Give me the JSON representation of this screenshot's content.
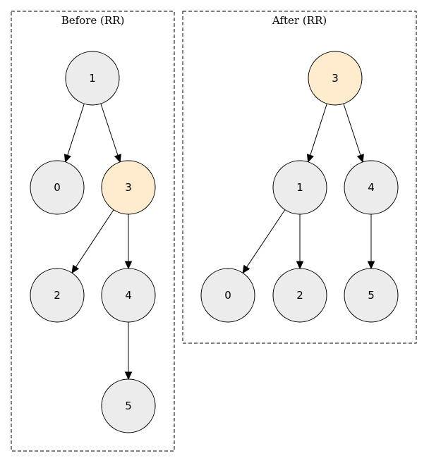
{
  "colors": {
    "node_fill": "#ececec",
    "highlight_fill": "#ffebcd",
    "stroke": "#000000",
    "background": "#ffffff"
  },
  "clusters": [
    {
      "id": "before",
      "title": "Before (RR)",
      "nodes": [
        {
          "id": "b1",
          "label": "1",
          "highlight": false
        },
        {
          "id": "b0",
          "label": "0",
          "highlight": false
        },
        {
          "id": "b3",
          "label": "3",
          "highlight": true
        },
        {
          "id": "b2",
          "label": "2",
          "highlight": false
        },
        {
          "id": "b4",
          "label": "4",
          "highlight": false
        },
        {
          "id": "b5",
          "label": "5",
          "highlight": false
        }
      ],
      "edges": [
        {
          "from": "b1",
          "to": "b0"
        },
        {
          "from": "b1",
          "to": "b3"
        },
        {
          "from": "b3",
          "to": "b2"
        },
        {
          "from": "b3",
          "to": "b4"
        },
        {
          "from": "b4",
          "to": "b5"
        }
      ]
    },
    {
      "id": "after",
      "title": "After (RR)",
      "nodes": [
        {
          "id": "a3",
          "label": "3",
          "highlight": true
        },
        {
          "id": "a1",
          "label": "1",
          "highlight": false
        },
        {
          "id": "a4",
          "label": "4",
          "highlight": false
        },
        {
          "id": "a0",
          "label": "0",
          "highlight": false
        },
        {
          "id": "a2",
          "label": "2",
          "highlight": false
        },
        {
          "id": "a5",
          "label": "5",
          "highlight": false
        }
      ],
      "edges": [
        {
          "from": "a3",
          "to": "a1"
        },
        {
          "from": "a3",
          "to": "a4"
        },
        {
          "from": "a1",
          "to": "a0"
        },
        {
          "from": "a1",
          "to": "a2"
        },
        {
          "from": "a4",
          "to": "a5"
        }
      ]
    }
  ]
}
